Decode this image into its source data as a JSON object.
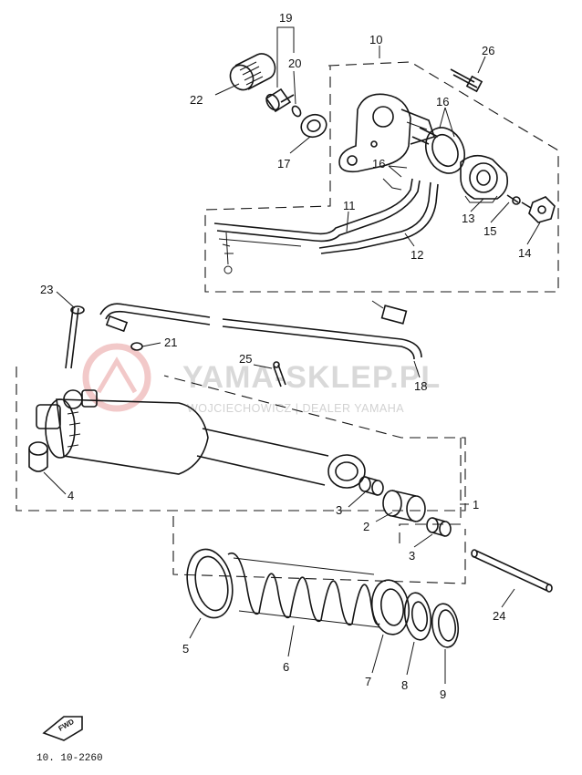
{
  "callouts": {
    "c1": "1",
    "c2": "2",
    "c3a": "3",
    "c3b": "3",
    "c4": "4",
    "c5": "5",
    "c6": "6",
    "c7": "7",
    "c8": "8",
    "c9": "9",
    "c10": "10",
    "c11": "11",
    "c12": "12",
    "c13": "13",
    "c14": "14",
    "c15": "15",
    "c16a": "16",
    "c16b": "16",
    "c17": "17",
    "c18": "18",
    "c19": "19",
    "c20": "20",
    "c21": "21",
    "c22": "22",
    "c23": "23",
    "c24": "24",
    "c25": "25",
    "c26": "26"
  },
  "watermark": {
    "main": "YAMA-SKLEP.PL",
    "sub": "WOJCIECHOWICZ | DEALER YAMAHA"
  },
  "footer": {
    "fwd_label": "FWD",
    "drawing_code": "10. 10-2260"
  },
  "colors": {
    "ink": "#151515",
    "watermark": "#d9d9d9",
    "logo": "#f2c9c9"
  }
}
